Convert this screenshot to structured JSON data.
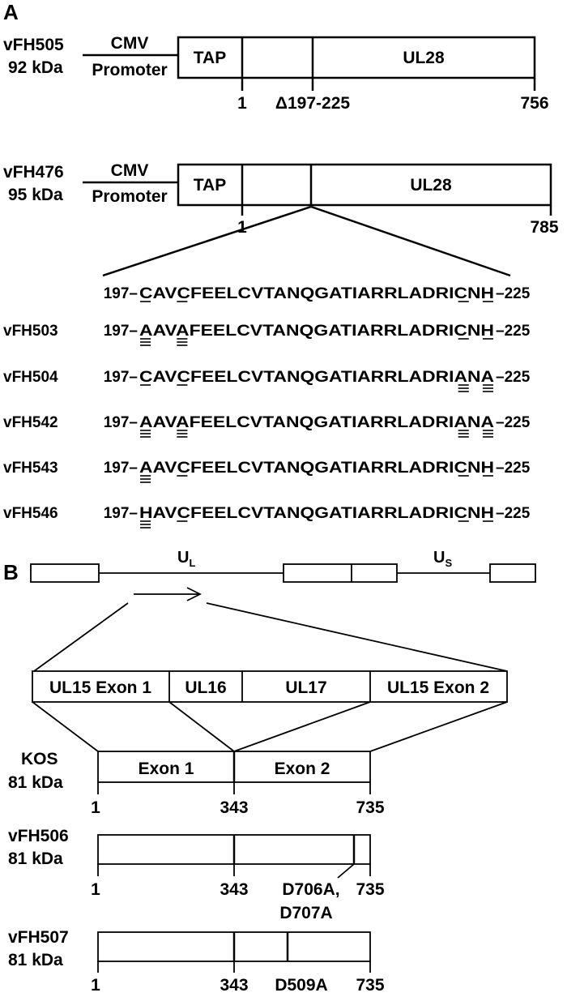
{
  "panel_a": {
    "label": "A",
    "constructs": [
      {
        "name": "vFH505",
        "mass": "92 kDa",
        "promoter_top": "CMV",
        "promoter_bottom": "Promoter",
        "seg1": "TAP",
        "seg2": "UL28",
        "tick_start": "1",
        "deletion": "Δ197-225",
        "tick_end": "756"
      },
      {
        "name": "vFH476",
        "mass": "95 kDa",
        "promoter_top": "CMV",
        "promoter_bottom": "Promoter",
        "seg1": "TAP",
        "seg2": "UL28",
        "tick_start": "1",
        "tick_end": "785"
      }
    ],
    "sequences": {
      "start": "197",
      "end": "225",
      "rows": [
        {
          "name": "",
          "seq": "CAVCFEELCVTANQGATIARRLADRICNH"
        },
        {
          "name": "vFH503",
          "seq": "AAVAFEELCVTANQGATIARRLADRICNH"
        },
        {
          "name": "vFH504",
          "seq": "CAVCFEELCVTANQGATIARRLADRIANA"
        },
        {
          "name": "vFH542",
          "seq": "AAVAFEELCVTANQGATIARRLADRIANA"
        },
        {
          "name": "vFH543",
          "seq": "AAVCFEELCVTANQGATIARRLADRICNH"
        },
        {
          "name": "vFH546",
          "seq": "HAVCFEELCVTANQGATIARRLADRICNH"
        }
      ]
    }
  },
  "panel_b": {
    "label": "B",
    "genome": {
      "ul_main": "U",
      "ul_sub": "L",
      "us_main": "U",
      "us_sub": "S"
    },
    "region": [
      "UL15 Exon 1",
      "UL16",
      "UL17",
      "UL15 Exon 2"
    ],
    "kos": {
      "name": "KOS",
      "mass": "81 kDa",
      "exon1": "Exon 1",
      "exon2": "Exon 2",
      "t1": "1",
      "t2": "343",
      "t3": "735"
    },
    "vfh506": {
      "name": "vFH506",
      "mass": "81 kDa",
      "t1": "1",
      "t2": "343",
      "t3": "735",
      "mutation_line1": "D706A,",
      "mutation_line2": "D707A"
    },
    "vfh507": {
      "name": "vFH507",
      "mass": "81 kDa",
      "t1": "1",
      "t2": "343",
      "t3": "735",
      "mutation": "D509A"
    }
  }
}
